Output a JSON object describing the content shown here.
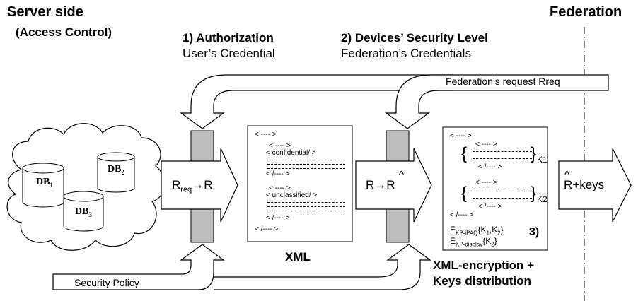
{
  "headers": {
    "server_side": "Server side",
    "access_control": "(Access Control)",
    "federation": "Federation"
  },
  "steps": {
    "step1_title": "1) Authorization",
    "step1_sub": "User’s Credential",
    "step2_title": "2) Devices’ Security Level",
    "step2_sub": "Federation’s Credentials",
    "step3_label": "3)"
  },
  "arrows": {
    "federation_request": "Federation’s request Rreq",
    "security_policy": "Security Policy",
    "rreq_prefix": "R",
    "rreq_sub": "req",
    "rreq_suffix": "→R",
    "r_to_rhat": "R→R",
    "rhat_keys": "R+keys",
    "hat": "^"
  },
  "databases": [
    {
      "name": "DB",
      "sub": "1"
    },
    {
      "name": "DB",
      "sub": "2"
    },
    {
      "name": "DB",
      "sub": "3"
    }
  ],
  "xml_doc": {
    "caption": "XML",
    "lines": [
      "< ---- >",
      "< ---- >",
      "< confidential/ >",
      "< /---- >",
      "< ---- >",
      "< unclassified/ >",
      "< /---- >",
      "< /---- >"
    ]
  },
  "enc_doc": {
    "lines": [
      "< ---- >",
      "< ---- >",
      "< /---- >",
      "< ---- >",
      "< /---- >",
      "< /---- >"
    ],
    "k1": "K1",
    "k2": "K2",
    "ekp_ipaq_pre": "E",
    "ekp_ipaq_sub": "KP-iPAQ",
    "ekp_ipaq_post": "{K",
    "ekp_ipaq_post2": ",K",
    "ekp_display_pre": "E",
    "ekp_display_sub": "KP-display",
    "ekp_display_post": "{K",
    "key_sub1": "1",
    "key_sub2": "2",
    "close_brace": "}",
    "caption_line1": "XML-encryption +",
    "caption_line2": "Keys distribution"
  }
}
